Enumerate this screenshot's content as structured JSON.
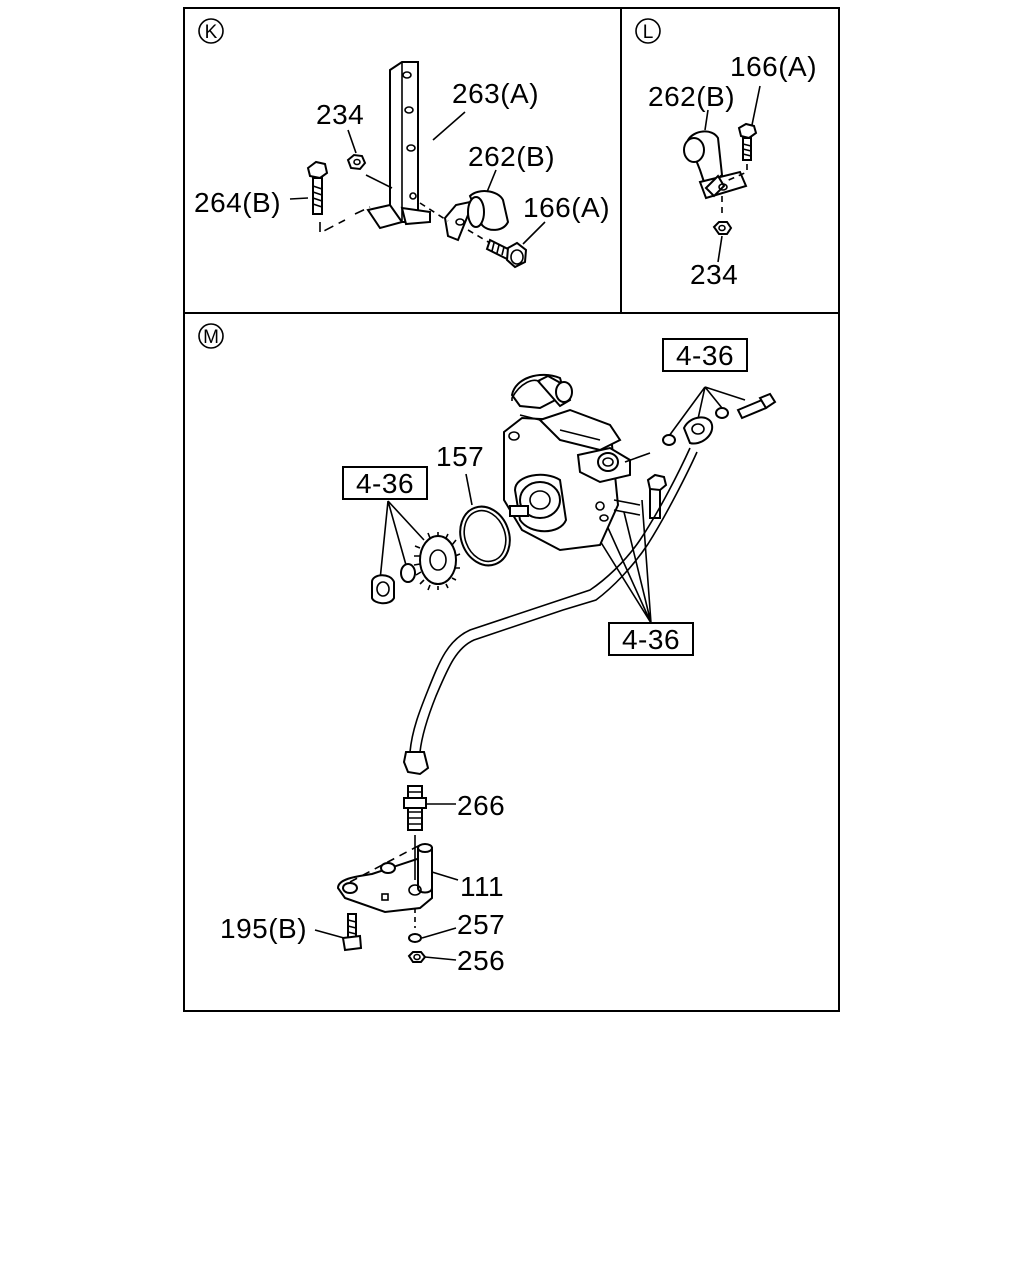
{
  "panels": {
    "k": {
      "letter": "K",
      "labels": {
        "p263a": "263(A)",
        "p234": "234",
        "p262b": "262(B)",
        "p264b": "264(B)",
        "p166a": "166(A)"
      }
    },
    "l": {
      "letter": "L",
      "labels": {
        "p166a": "166(A)",
        "p262b": "262(B)",
        "p234": "234"
      }
    },
    "m": {
      "letter": "M",
      "refs": [
        "4-36",
        "4-36",
        "4-36"
      ],
      "labels": {
        "p157": "157",
        "p266": "266",
        "p111": "111",
        "p195b": "195(B)",
        "p257": "257",
        "p256": "256"
      }
    }
  }
}
